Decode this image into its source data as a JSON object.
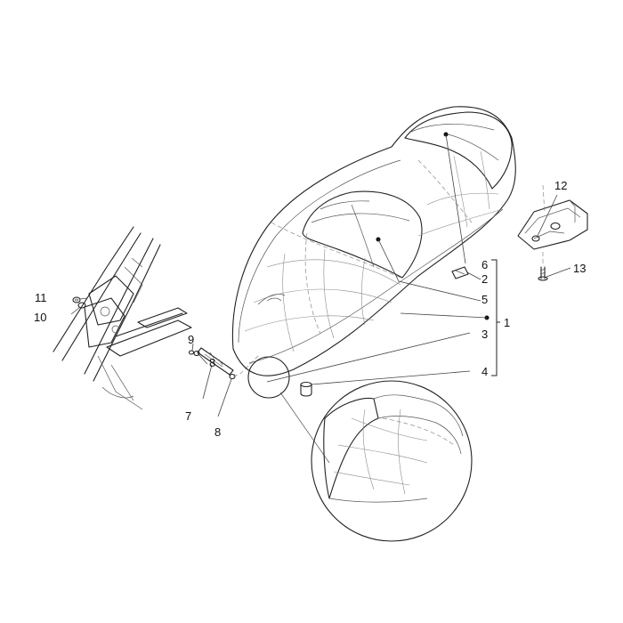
{
  "callouts": {
    "c1": "1",
    "c2": "2",
    "c3": "3",
    "c4": "4",
    "c5": "5",
    "c6": "6",
    "c7": "7",
    "c8a": "8",
    "c8b": "8",
    "c9": "9",
    "c10": "10",
    "c11": "11",
    "c12": "12",
    "c13": "13"
  },
  "colors": {
    "line": "#222222",
    "background": "#ffffff"
  }
}
